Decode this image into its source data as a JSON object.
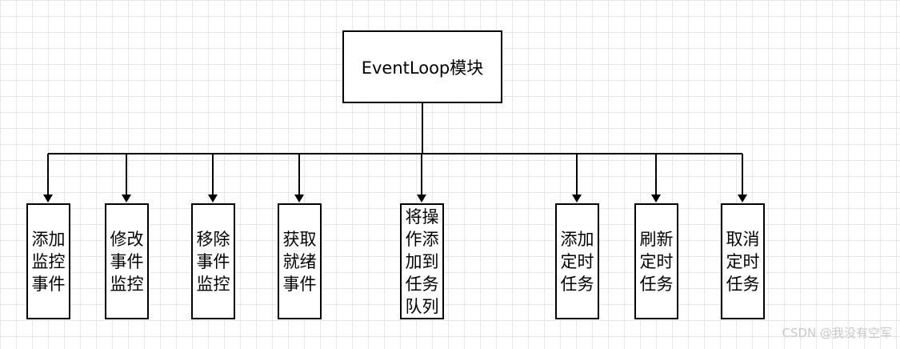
{
  "root": {
    "label": "EventLoop模块"
  },
  "children": [
    {
      "label": "添加监控事件"
    },
    {
      "label": "修改事件监控"
    },
    {
      "label": "移除事件监控"
    },
    {
      "label": "获取就绪事件"
    },
    {
      "label": "将操作添加到任务队列"
    },
    {
      "label": "添加定时任务"
    },
    {
      "label": "刷新定时任务"
    },
    {
      "label": "取消定时任务"
    }
  ],
  "watermark": "CSDN @我没有空军",
  "colors": {
    "background": "#ffffff",
    "grid": "#e6e6e6",
    "stroke": "#000000",
    "watermark": "#c8c8c8"
  }
}
